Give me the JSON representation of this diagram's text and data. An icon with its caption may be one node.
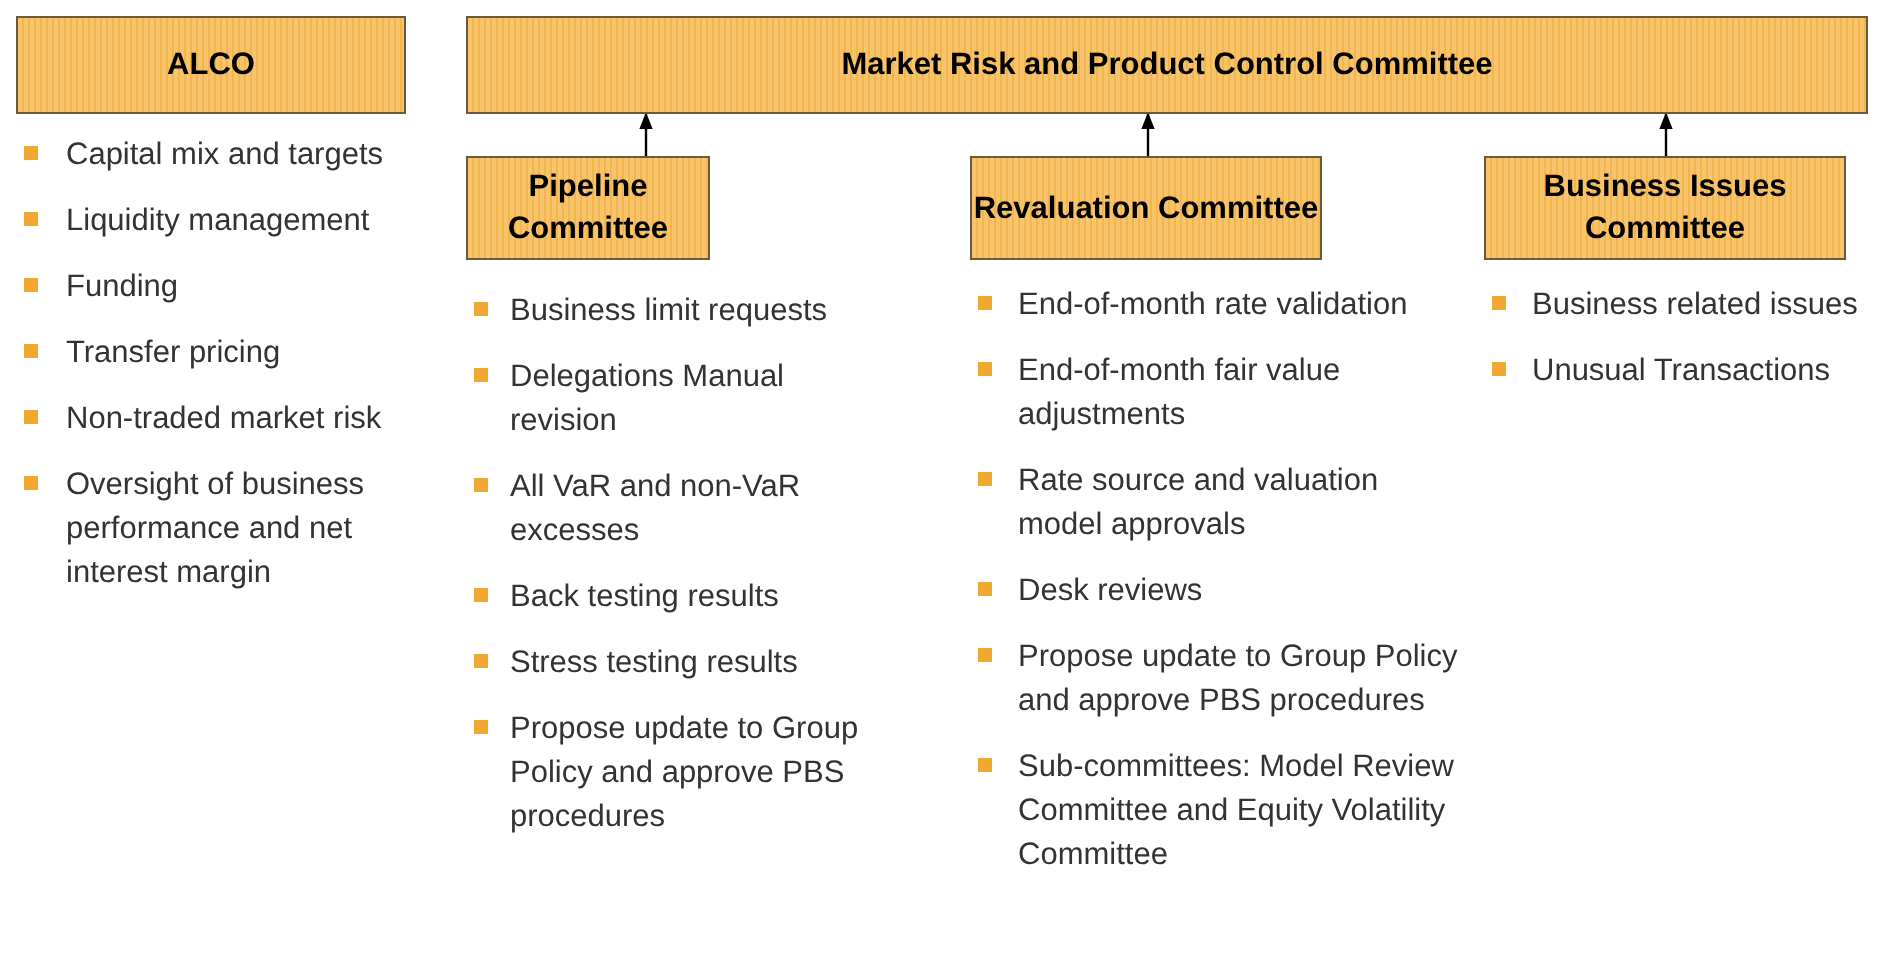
{
  "diagram": {
    "nodes": [
      {
        "text": [
          "ALCO"
        ],
        "beside": [
          "Capital mix and targets",
          "Liquidity management",
          "Funding",
          "Transfer pricing",
          "Non-traded market risk",
          "Oversight of business performance and net interest margin"
        ]
      },
      {
        "text": [
          "Market Risk and Product Control Committee"
        ]
      },
      {
        "text": [
          "Pipeline Committee"
        ],
        "beside": [
          "Business limit requests",
          "Delegations Manual revision",
          "All VaR and non-VaR excesses",
          "Back testing results",
          "Stress testing results",
          "Propose update to Group Policy and approve PBS procedures"
        ]
      },
      {
        "text": [
          "Revaluation Committee"
        ],
        "beside": [
          "End-of-month rate validation",
          "End-of-month fair value adjustments",
          "Rate source and valuation model approvals",
          "Desk reviews",
          "Propose update to Group Policy and approve PBS procedures",
          "Sub-committees: Model Review Committee and Equity Volatility Committee"
        ]
      },
      {
        "text": [
          "Business Issues Committee"
        ],
        "beside": [
          "Business related issues",
          "Unusual Transactions"
        ]
      }
    ],
    "edges": [
      {
        "from": 2,
        "to": 1,
        "arrow": "to"
      },
      {
        "from": 3,
        "to": 1,
        "arrow": "to"
      },
      {
        "from": 4,
        "to": 1,
        "arrow": "to"
      }
    ]
  }
}
